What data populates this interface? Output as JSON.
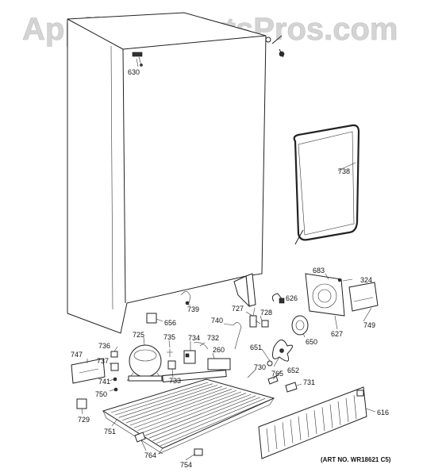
{
  "watermark": "AppliancePartsPros.com",
  "art_number": "(ART NO. WR18621 C5)",
  "labels": {
    "l630": "630",
    "l738": "738",
    "l683": "683",
    "l324": "324",
    "l626": "626",
    "l727": "727",
    "l728": "728",
    "l739": "739",
    "l656": "656",
    "l740": "740",
    "l650": "650",
    "l627": "627",
    "l749": "749",
    "l725": "725",
    "l735": "735",
    "l734": "734",
    "l732": "732",
    "l260": "260",
    "l651": "651",
    "l652": "652",
    "l765": "765",
    "l736": "736",
    "l747": "747",
    "l737": "737",
    "l741": "741",
    "l733": "733",
    "l730": "730",
    "l731": "731",
    "l750": "750",
    "l729": "729",
    "l616": "616",
    "l751": "751",
    "l764": "764",
    "l754": "754"
  }
}
